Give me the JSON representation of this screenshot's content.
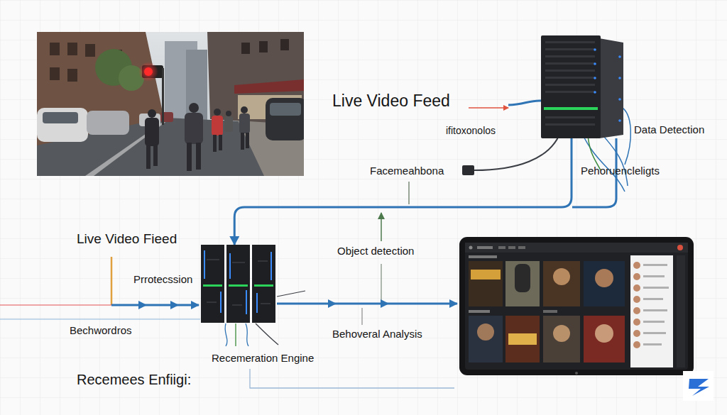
{
  "diagram": {
    "nodes": [
      {
        "text": [
          "Data Detection"
        ]
      },
      {
        "text": [
          "Recemeration Engine"
        ]
      }
    ],
    "edges": [
      {
        "from": 0,
        "to": 1,
        "arrow": "to"
      }
    ],
    "labels": [
      "Live Video Feed",
      "ifitoxonolos",
      "Facemeahbona",
      "Pehoruencleligts",
      "Live Video Fieed",
      "Prrotecssion",
      "Object detection",
      "Bechwordros",
      "Behoveral Analysis",
      "Recemees Enfiigi:"
    ]
  }
}
